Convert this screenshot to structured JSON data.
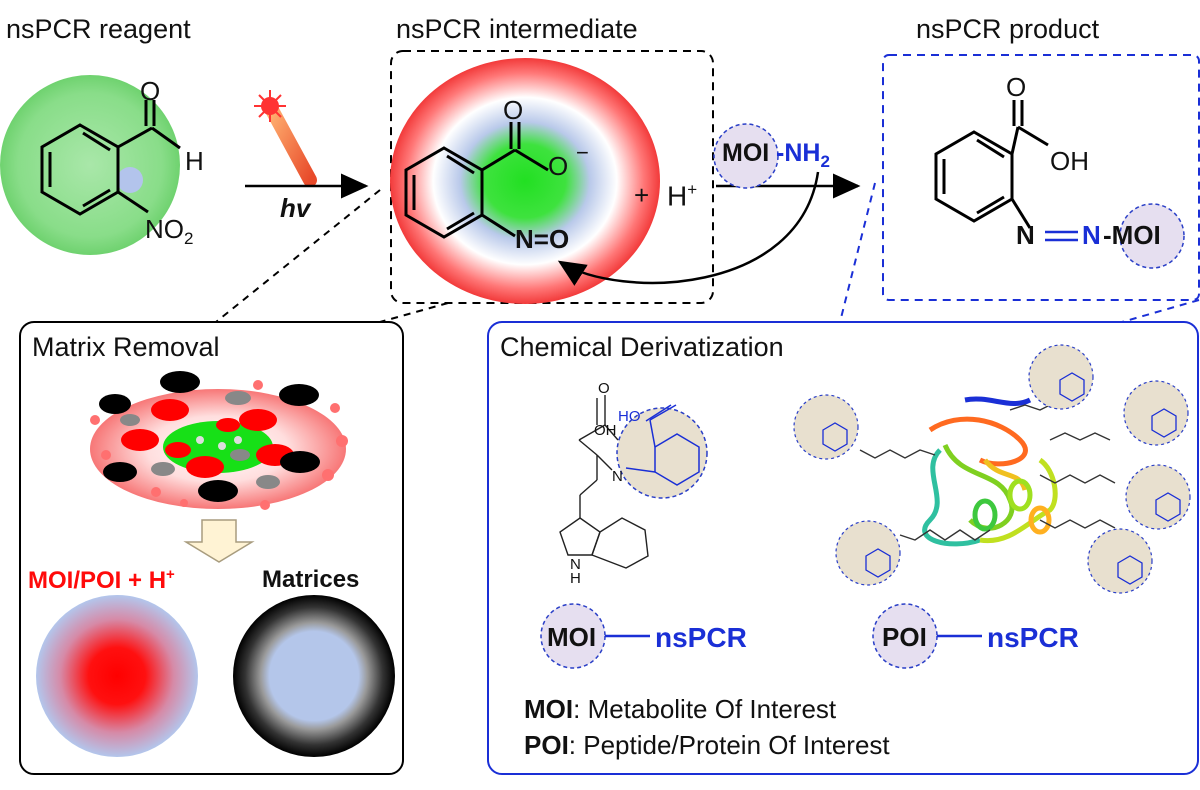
{
  "headers": {
    "reagent": "nsPCR reagent",
    "intermediate": "nsPCR intermediate",
    "product": "nsPCR product"
  },
  "reaction": {
    "light_label": "hv",
    "reagent_aldehyde_O": "O",
    "reagent_aldehyde_H": "H",
    "reagent_nitro": "NO",
    "reagent_nitro_sub": "2",
    "intermediate_carboxyl_O_top": "O",
    "intermediate_carboxyl_O_minus": "O",
    "intermediate_charge": "−",
    "intermediate_nitroso": "N=O",
    "plus": "+",
    "proton": "H",
    "proton_charge": "+",
    "amine_moi": "MOI",
    "amine_group": "-NH",
    "amine_sub": "2",
    "product_O": "O",
    "product_OH": "OH",
    "product_azo_N1": "N",
    "product_azo_N2": "N",
    "product_moi": "-MOI"
  },
  "matrix_panel": {
    "title": "Matrix Removal",
    "moi_poi_label": "MOI/POI + H",
    "moi_poi_charge": "+",
    "matrices_label": "Matrices"
  },
  "derivatization_panel": {
    "title": "Chemical Derivatization",
    "small_molecule": {
      "oh_label": "OH",
      "o_label": "O",
      "ho_label": "HO",
      "n_label": "N",
      "nh_label": "N",
      "h_label": "H"
    },
    "moi_conjugate": {
      "node": "MOI",
      "tag": "nsPCR"
    },
    "poi_conjugate": {
      "node": "POI",
      "tag": "nsPCR"
    },
    "legend": [
      {
        "abbr": "MOI",
        "full": "Metabolite Of Interest"
      },
      {
        "abbr": "POI",
        "full": "Peptide/Protein Of Interest"
      }
    ]
  },
  "colors": {
    "blue_accent": "#1a2fd6",
    "red_accent": "#ff0a0a",
    "green_fill": "#1de01d",
    "lavender": "#e6dff0",
    "tag_beige": "#e8e0cf"
  }
}
